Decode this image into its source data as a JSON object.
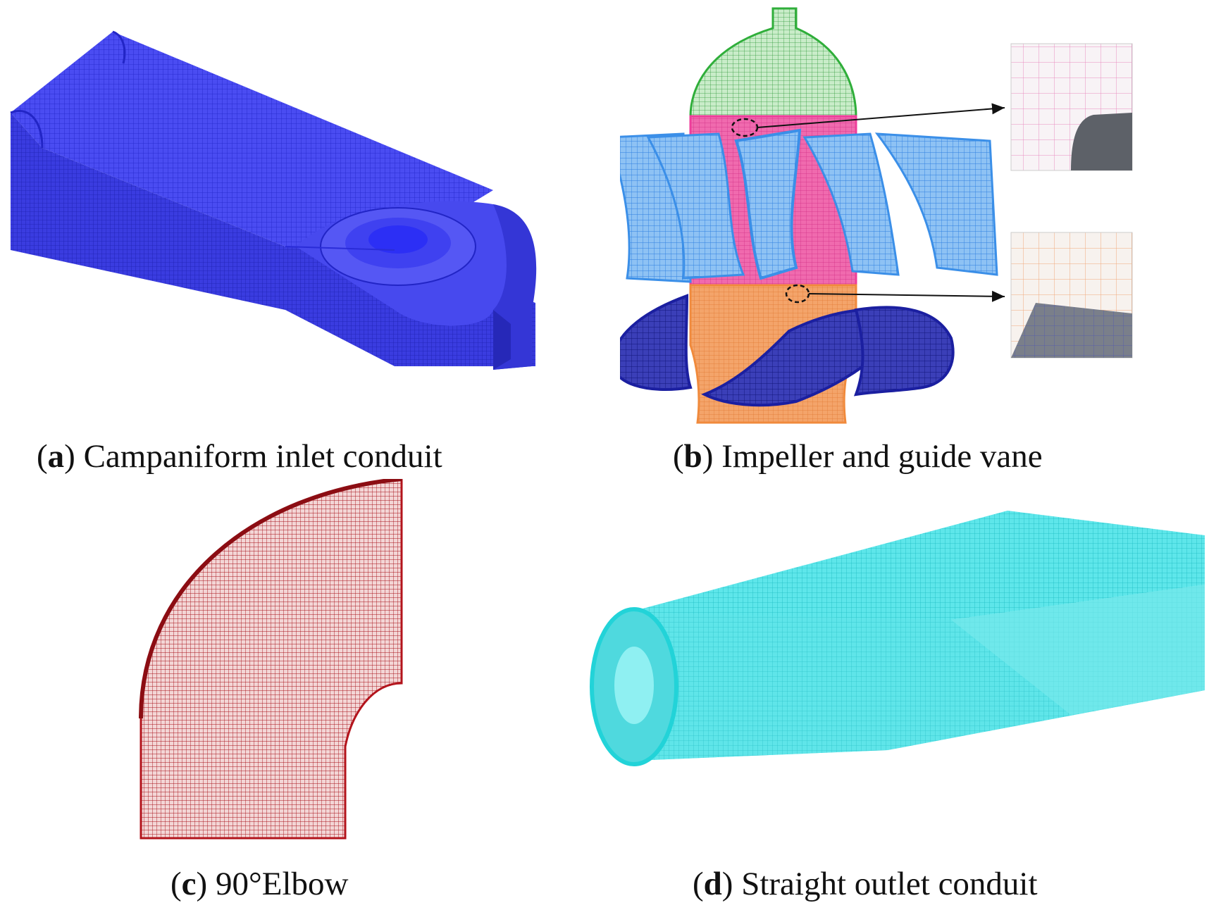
{
  "figure": {
    "panels": [
      {
        "id": "a",
        "letter": "a",
        "title": "Campaniform inlet conduit",
        "mesh_color": "#3a3cff"
      },
      {
        "id": "b",
        "letter": "b",
        "title": "Impeller and guide vane",
        "colors": {
          "hub_top": "#2fae3a",
          "impeller_hub": "#ee3d9b",
          "guide_hub": "#f08a3c",
          "guide_vanes": "#3b8fe8",
          "impeller_blades": "#1b1fa0"
        }
      },
      {
        "id": "c",
        "letter": "c",
        "title": "90°Elbow",
        "mesh_color": "#b3141c"
      },
      {
        "id": "d",
        "letter": "d",
        "title": "Straight outlet conduit",
        "mesh_color": "#2fe0e4"
      }
    ]
  }
}
